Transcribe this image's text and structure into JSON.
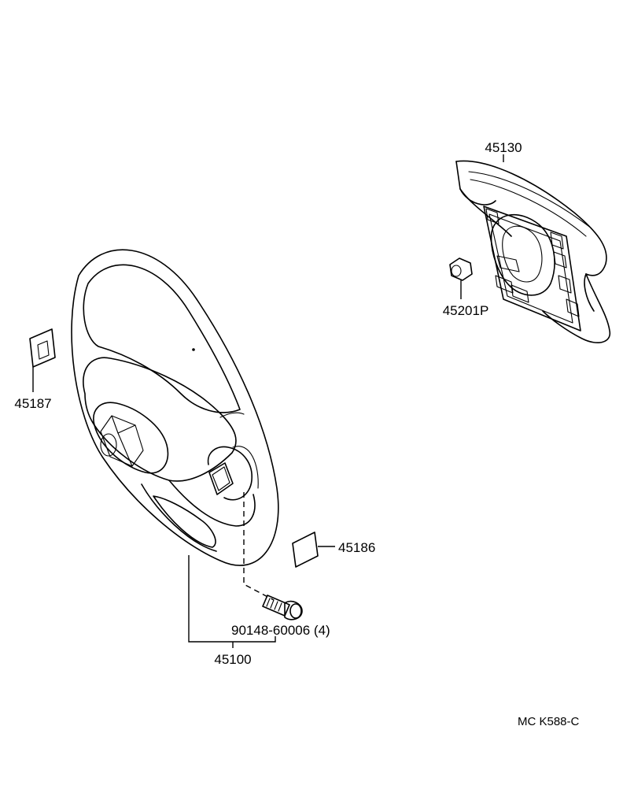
{
  "parts": {
    "airbag_assembly": {
      "number": "45130",
      "icon": "airbag-cover-icon"
    },
    "nut": {
      "number": "45201P",
      "icon": "nut-icon"
    },
    "left_cover": {
      "number": "45187",
      "icon": "cover-plate-icon"
    },
    "right_cover": {
      "number": "45186",
      "icon": "cover-plate-icon"
    },
    "bolt": {
      "number": "90148-60006 (4)",
      "icon": "bolt-icon"
    },
    "steering_wheel": {
      "number": "45100",
      "icon": "steering-wheel-icon"
    }
  },
  "reference_code": "MC K588-C"
}
